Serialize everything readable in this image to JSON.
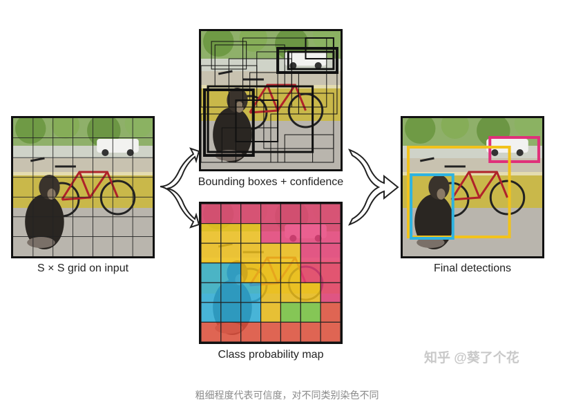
{
  "labels": {
    "input": "S × S grid on input",
    "boxes": "Bounding boxes + confidence",
    "classmap": "Class probability map",
    "final": "Final detections"
  },
  "caption": "粗细程度代表可信度，对不同类别染色不同",
  "watermark": "知乎 @葵了个花",
  "colors": {
    "yellow": "#f2c21b",
    "pink": "#e8407a",
    "blue": "#2fb3e0",
    "green": "#7ac943",
    "red": "#e8533f",
    "border": "#111111"
  },
  "grid_size": 7,
  "class_map": [
    [
      "pink",
      "pink",
      "pink",
      "pink",
      "pink",
      "pink",
      "pink"
    ],
    [
      "yellow",
      "yellow",
      "yellow",
      "pink",
      "pink",
      "pink",
      "pink"
    ],
    [
      "yellow",
      "yellow",
      "yellow",
      "yellow",
      "yellow",
      "pink",
      "pink"
    ],
    [
      "blue",
      "blue",
      "yellow",
      "yellow",
      "yellow",
      "pink",
      "pink"
    ],
    [
      "blue",
      "blue",
      "blue",
      "yellow",
      "yellow",
      "yellow",
      "pink"
    ],
    [
      "blue",
      "blue",
      "blue",
      "yellow",
      "green",
      "green",
      "red"
    ],
    [
      "red",
      "red",
      "red",
      "red",
      "red",
      "red",
      "red"
    ]
  ],
  "detections": [
    {
      "class": "car",
      "color": "pink"
    },
    {
      "class": "bicycle",
      "color": "yellow"
    },
    {
      "class": "dog",
      "color": "blue"
    }
  ]
}
